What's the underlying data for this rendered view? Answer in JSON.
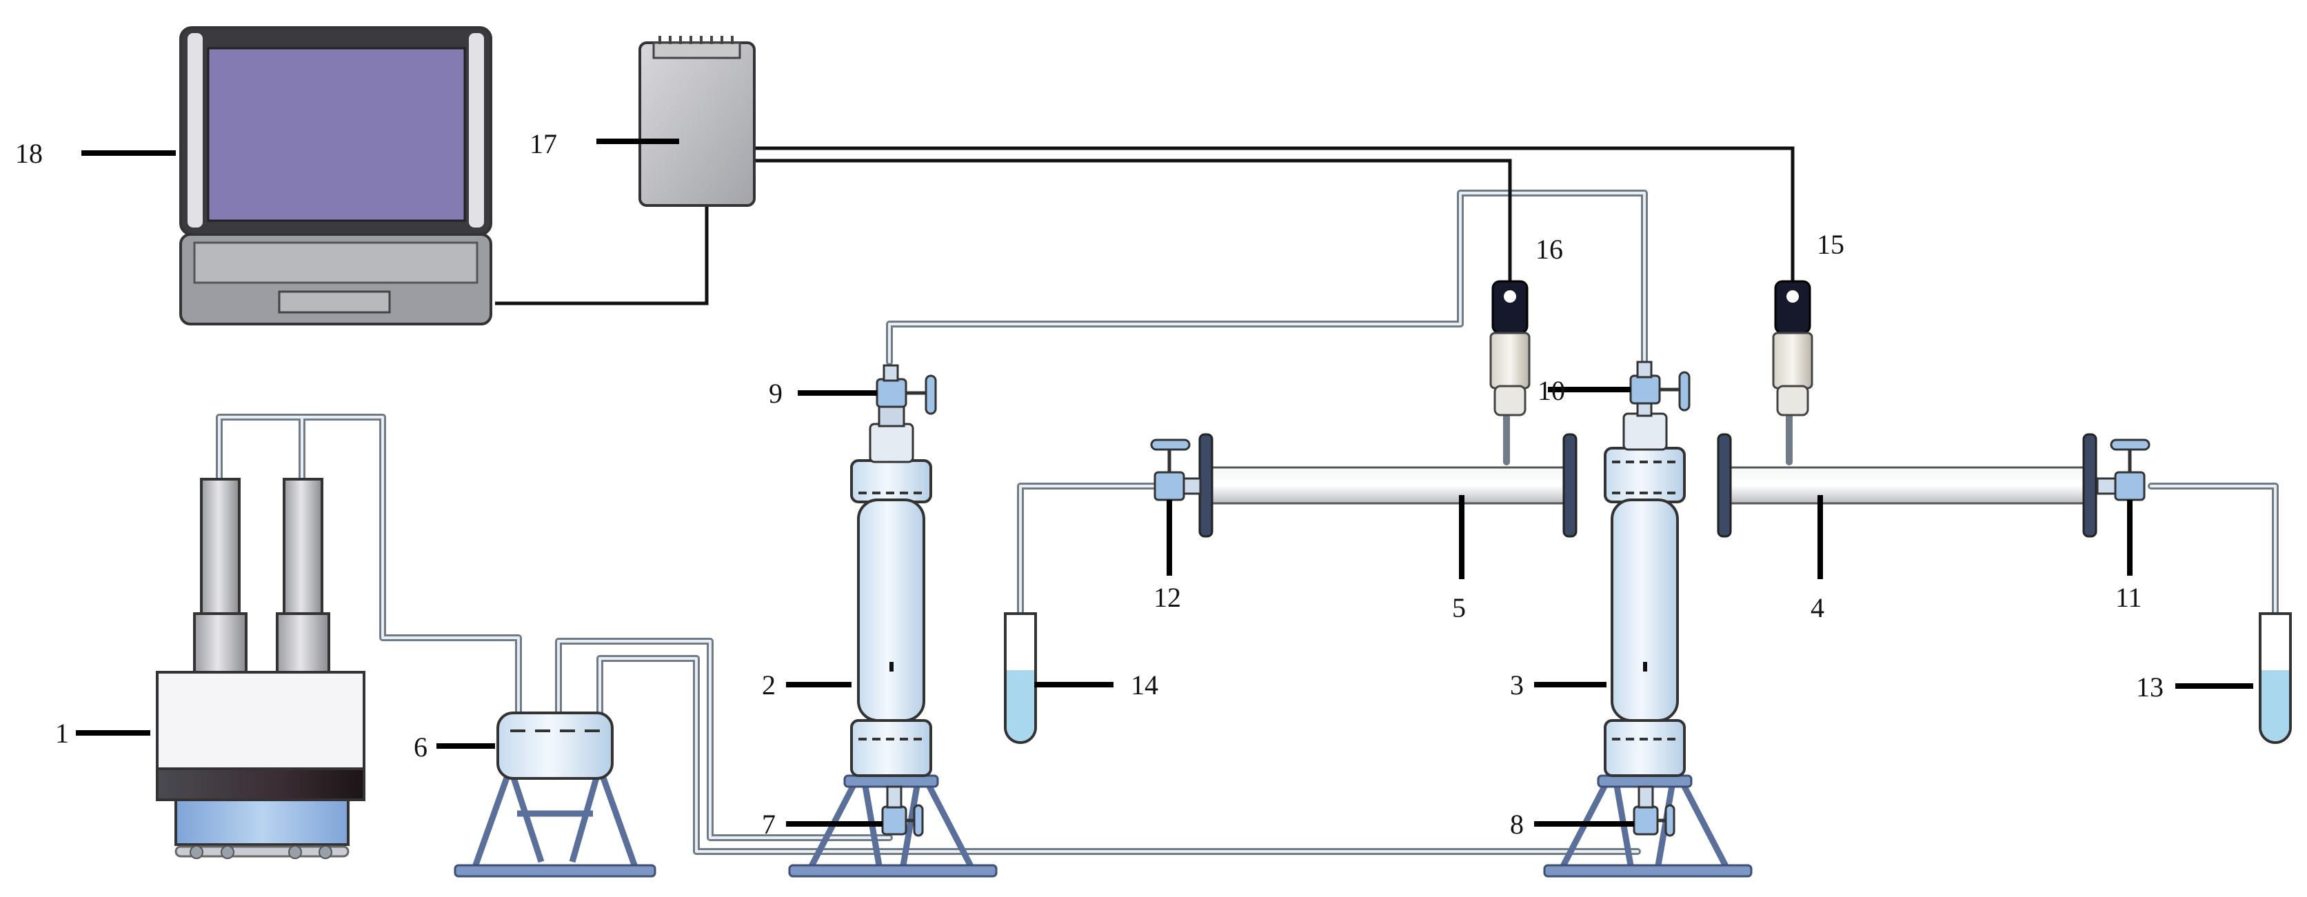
{
  "labels": {
    "l1": "1",
    "l2": "2",
    "l3": "3",
    "l4": "4",
    "l5": "5",
    "l6": "6",
    "l7": "7",
    "l8": "8",
    "l9": "9",
    "l10": "10",
    "l11": "11",
    "l12": "12",
    "l13": "13",
    "l14": "14",
    "l15": "15",
    "l16": "16",
    "l17": "17",
    "l18": "18"
  },
  "colors": {
    "screen": "#837bb1",
    "vessel": "#dde9f4",
    "valve": "#9fc2e6",
    "liquid": "#a9d7ee",
    "stand": "#5a6f9a",
    "gauge_head": "#15192b"
  }
}
